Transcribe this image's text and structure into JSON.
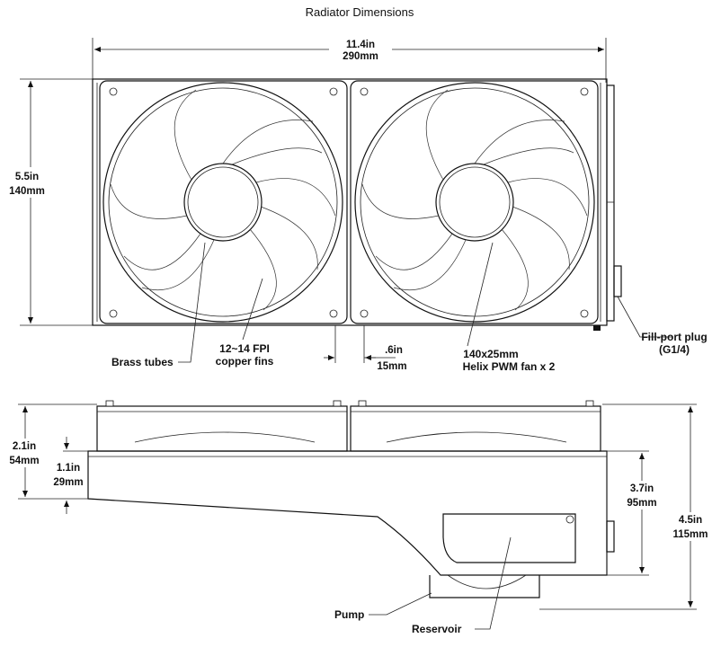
{
  "title": "Radiator Dimensions",
  "dims": {
    "width_in": "11.4in",
    "width_mm": "290mm",
    "height_in": "5.5in",
    "height_mm": "140mm",
    "gap_in": ".6in",
    "gap_mm": "15mm",
    "d1_in": "2.1in",
    "d1_mm": "54mm",
    "d2_in": "1.1in",
    "d2_mm": "29mm",
    "d3_in": "3.7in",
    "d3_mm": "95mm",
    "d4_in": "4.5in",
    "d4_mm": "115mm"
  },
  "labels": {
    "brass_tubes": "Brass tubes",
    "fins_line1": "12~14 FPI",
    "fins_line2": "copper fins",
    "fan_line1": "140x25mm",
    "fan_line2": "Helix PWM fan x 2",
    "fill_line1": "Fill-port plug",
    "fill_line2": "(G1/4)",
    "pump": "Pump",
    "reservoir": "Reservoir"
  }
}
